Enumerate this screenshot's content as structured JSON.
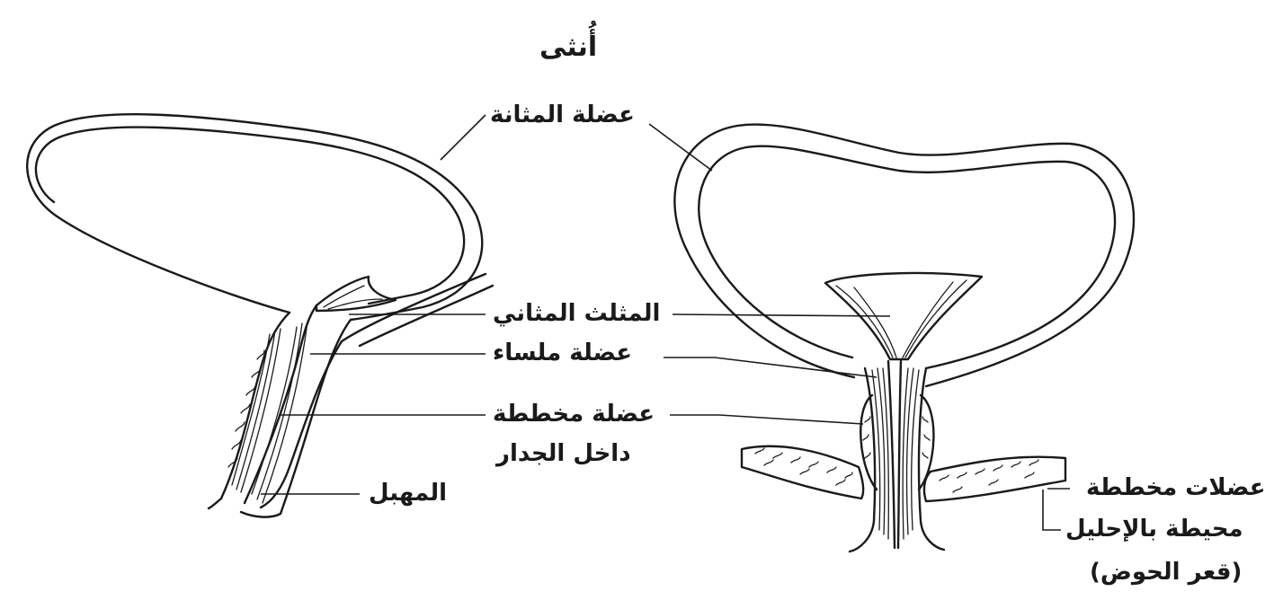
{
  "title": "أُنثى",
  "labels": {
    "bladder_muscle": "عضلة المثانة",
    "trigone": "المثلث المثاني",
    "smooth_muscle": "عضلة ملساء",
    "striated_muscle_line1": "عضلة مخططة",
    "striated_muscle_line2": "داخل الجدار",
    "vagina": "المهبل",
    "pelvic_floor_line1": "عضلات مخططة",
    "pelvic_floor_line2": "محيطة بالإحليل",
    "pelvic_floor_line3": "(قعر الحوض)"
  },
  "colors": {
    "ink": "#1a1a1a",
    "background": "#ffffff"
  }
}
